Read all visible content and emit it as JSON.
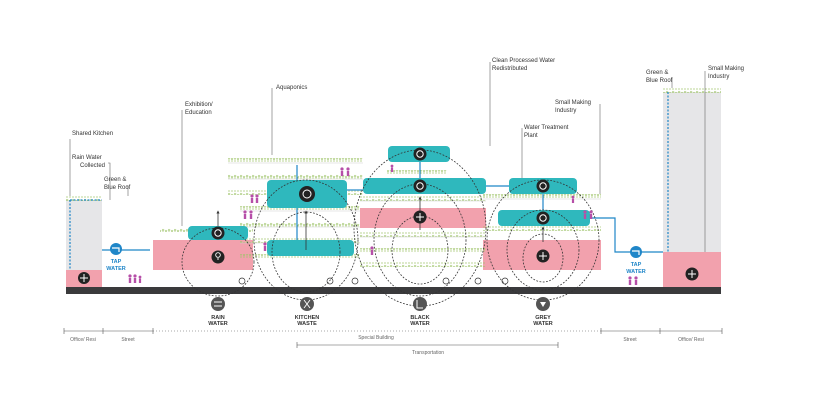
{
  "labels": {
    "shared_kitchen": "Shared Kitchen",
    "rain_water_collected_1": "Rain Water",
    "rain_water_collected_2": "Collected",
    "green_blue_roof_left_1": "Green &",
    "green_blue_roof_left_2": "Blue Roof",
    "exhibition_1": "Exhibition/",
    "exhibition_2": "Education",
    "aquaponics": "Aquaponics",
    "clean_water_1": "Clean Processed Water",
    "clean_water_2": "Redistributed",
    "small_making_mid_1": "Small Making",
    "small_making_mid_2": "Industry",
    "water_treatment_1": "Water Treatment",
    "water_treatment_2": "Plant",
    "green_blue_roof_right_1": "Green &",
    "green_blue_roof_right_2": "Blue Roof",
    "small_making_right_1": "Small Making",
    "small_making_right_2": "Industry"
  },
  "taps": {
    "left_1": "TAP",
    "left_2": "WATER",
    "right_1": "TAP",
    "right_2": "WATER"
  },
  "sources": {
    "rain_1": "RAIN",
    "rain_2": "WATER",
    "kitchen_1": "KITCHEN",
    "kitchen_2": "WASTE",
    "black_1": "BLACK",
    "black_2": "WATER",
    "grey_1": "GREY",
    "grey_2": "WATER"
  },
  "scale": {
    "office_left": "Office/ Resi",
    "street_left": "Street",
    "special_building": "Special Building",
    "transportation": "Transportation",
    "street_right": "Street",
    "office_right": "Office/ Resi"
  },
  "colors": {
    "pink": "#f2a1ad",
    "teal": "#2fb8bd",
    "grey_block": "#e6e6e8",
    "ground": "#3a3a3c",
    "blue_line": "#1f86c8",
    "plant_green": "#9fc46a",
    "people": "#b64fa8"
  },
  "icons": [
    "aquaponics-cycle-icon",
    "water-treatment-icon",
    "lightbulb-icon",
    "tap-icon",
    "rain-source-icon",
    "kitchen-waste-icon",
    "black-water-icon",
    "grey-water-icon",
    "people-icon",
    "plant-row-icon"
  ]
}
